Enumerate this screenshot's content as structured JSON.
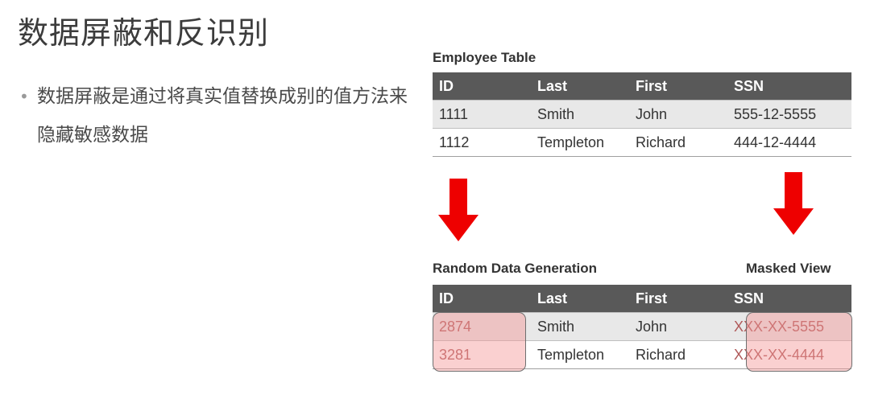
{
  "slide": {
    "title": "数据屏蔽和反识别",
    "bullet": "数据屏蔽是通过将真实值替换成别的值方法来隐藏敏感数据"
  },
  "employee_table": {
    "caption": "Employee Table",
    "headers": [
      "ID",
      "Last",
      "First",
      "SSN"
    ],
    "rows": [
      [
        "1111",
        "Smith",
        "John",
        "555-12-5555"
      ],
      [
        "1112",
        "Templeton",
        "Richard",
        "444-12-4444"
      ]
    ]
  },
  "masked_table": {
    "caption_left": "Random Data Generation",
    "caption_right": "Masked View",
    "headers": [
      "ID",
      "Last",
      "First",
      "SSN"
    ],
    "rows": [
      [
        "2874",
        "Smith",
        "John",
        "XXX-XX-5555"
      ],
      [
        "3281",
        "Templeton",
        "Richard",
        "XXX-XX-4444"
      ]
    ]
  },
  "colors": {
    "header_bg": "#595959",
    "arrow": "#ee0000",
    "highlight": "#f49696"
  },
  "icons": [
    "down-arrow-icon",
    "down-arrow-icon"
  ]
}
